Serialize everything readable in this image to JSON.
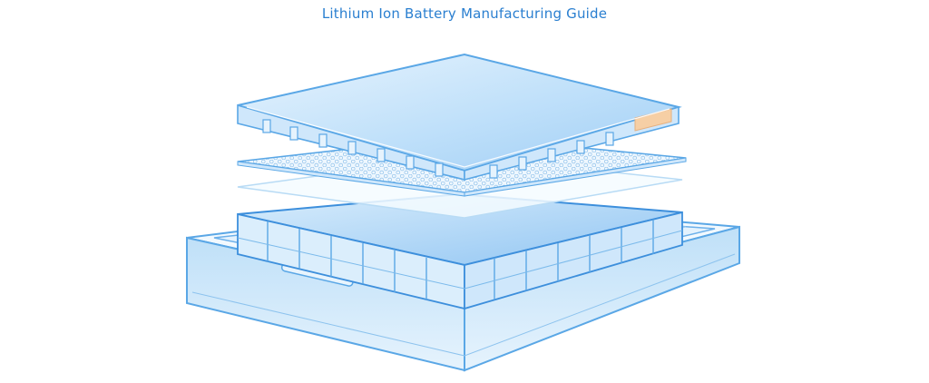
{
  "header": {
    "title": "Lithium Ion Battery Manufacturing Guide"
  },
  "palette": {
    "title_color": "#2a7fd0",
    "outline": "#5aa7e6",
    "outline_dark": "#3d8fdc",
    "fill_light": "#eaf5fd",
    "fill_mid": "#cfe7fb",
    "fill_deep": "#a9d3f6",
    "accent": "#f6cfa5"
  },
  "diagram": {
    "layers": [
      "top-cover-plate",
      "cell-mesh-separator",
      "thin-film-sheet",
      "base-tray"
    ]
  }
}
